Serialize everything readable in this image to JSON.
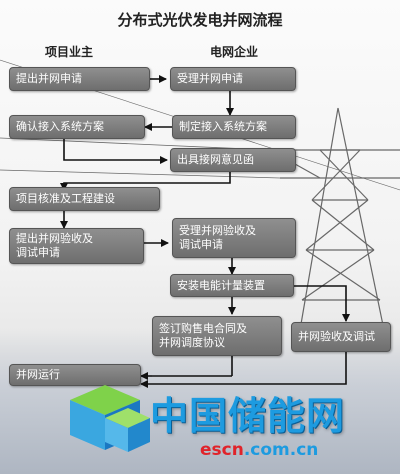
{
  "title": "分布式光伏发电并网流程",
  "columns": {
    "owner": "项目业主",
    "grid": "电网企业"
  },
  "steps": {
    "s1": "提出并网申请",
    "s2": "受理并网申请",
    "s3": "确认接入系统方案",
    "s4": "制定接入系统方案",
    "s5": "出具接网意见函",
    "s6": "项目核准及工程建设",
    "s7": "提出并网验收及\n调试申请",
    "s8": "受理并网验收及\n调试申请",
    "s9": "安装电能计量装置",
    "s10": "签订购售电合同及\n并网调度协议",
    "s11": "并网验收及调试",
    "s12": "并网运行"
  },
  "watermark": {
    "cn": "中国储能网",
    "url_prefix": "escn",
    "url_suffix": ".com.cn"
  },
  "colors": {
    "box": "#7a7a7a",
    "arrow": "#111111",
    "watermark": "#1d9be0",
    "url_accent": "#e0232a"
  }
}
